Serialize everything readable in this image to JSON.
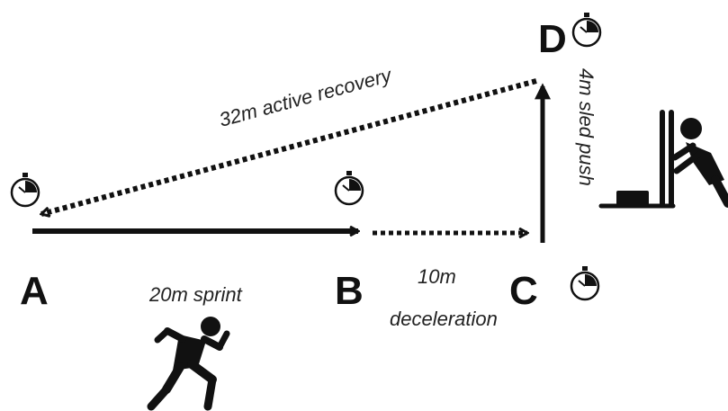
{
  "points": {
    "a": "A",
    "b": "B",
    "c": "C",
    "d": "D"
  },
  "segments": {
    "sprint": "20m sprint",
    "deceleration_distance": "10m",
    "deceleration": "deceleration",
    "sled_push": "4m sled push",
    "recovery": "32m active recovery"
  },
  "icons": {
    "timer": "stopwatch-icon",
    "runner": "sprinter-silhouette",
    "pusher": "sled-push-silhouette"
  },
  "colors": {
    "ink": "#111111"
  }
}
